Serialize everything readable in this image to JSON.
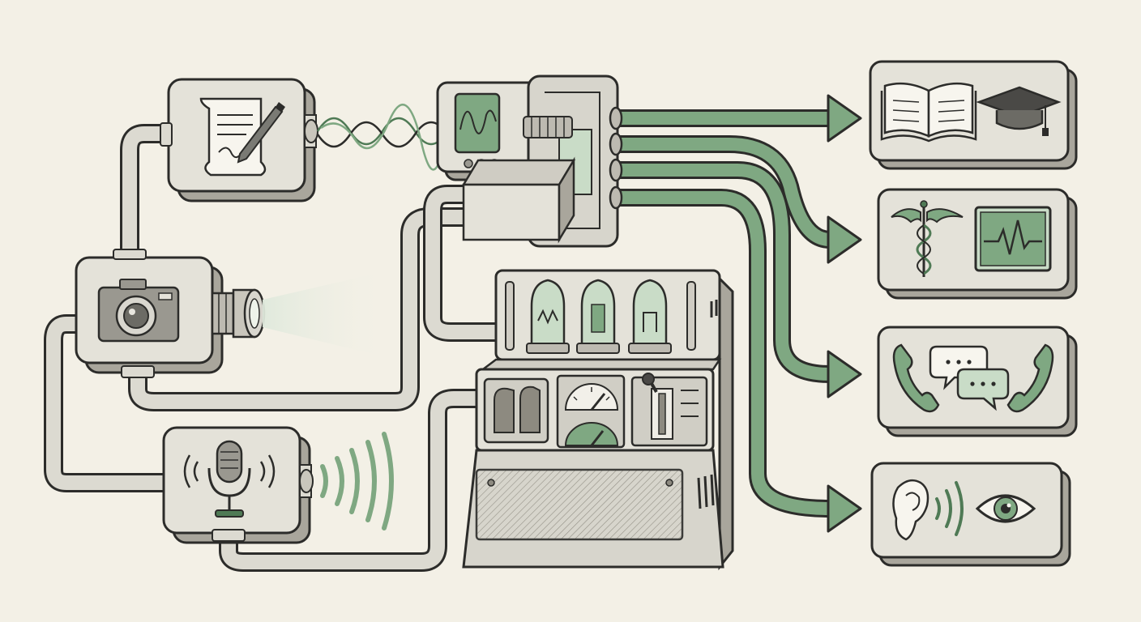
{
  "palette": {
    "paper": "#f3f0e6",
    "ink": "#2c2c2a",
    "box_fill": "#e4e2d9",
    "box_shade": "#a9a69c",
    "pipe_fill": "#dcdad1",
    "green": "#7fa882",
    "green_dark": "#4f7a55",
    "green_light": "#c9dcc7"
  },
  "inputs": [
    {
      "name": "text-input-module",
      "icon": "document-pen-icon"
    },
    {
      "name": "camera-input-module",
      "icon": "camera-icon"
    },
    {
      "name": "audio-input-module",
      "icon": "microphone-icon"
    }
  ],
  "core": [
    {
      "name": "signal-processor-unit",
      "icon": "oscilloscope-icon"
    },
    {
      "name": "control-console",
      "icon": "vacuum-tube-panel-icon"
    }
  ],
  "outputs": [
    {
      "name": "education-output-panel",
      "icons": [
        "open-book-icon",
        "graduation-cap-icon"
      ]
    },
    {
      "name": "medical-output-panel",
      "icons": [
        "caduceus-icon",
        "heart-monitor-icon"
      ]
    },
    {
      "name": "communication-output-panel",
      "icons": [
        "telephone-handset-icon",
        "speech-bubbles-icon",
        "telephone-handset-icon"
      ]
    },
    {
      "name": "accessibility-output-panel",
      "icons": [
        "ear-icon",
        "sound-waves-icon",
        "eye-icon"
      ]
    }
  ]
}
